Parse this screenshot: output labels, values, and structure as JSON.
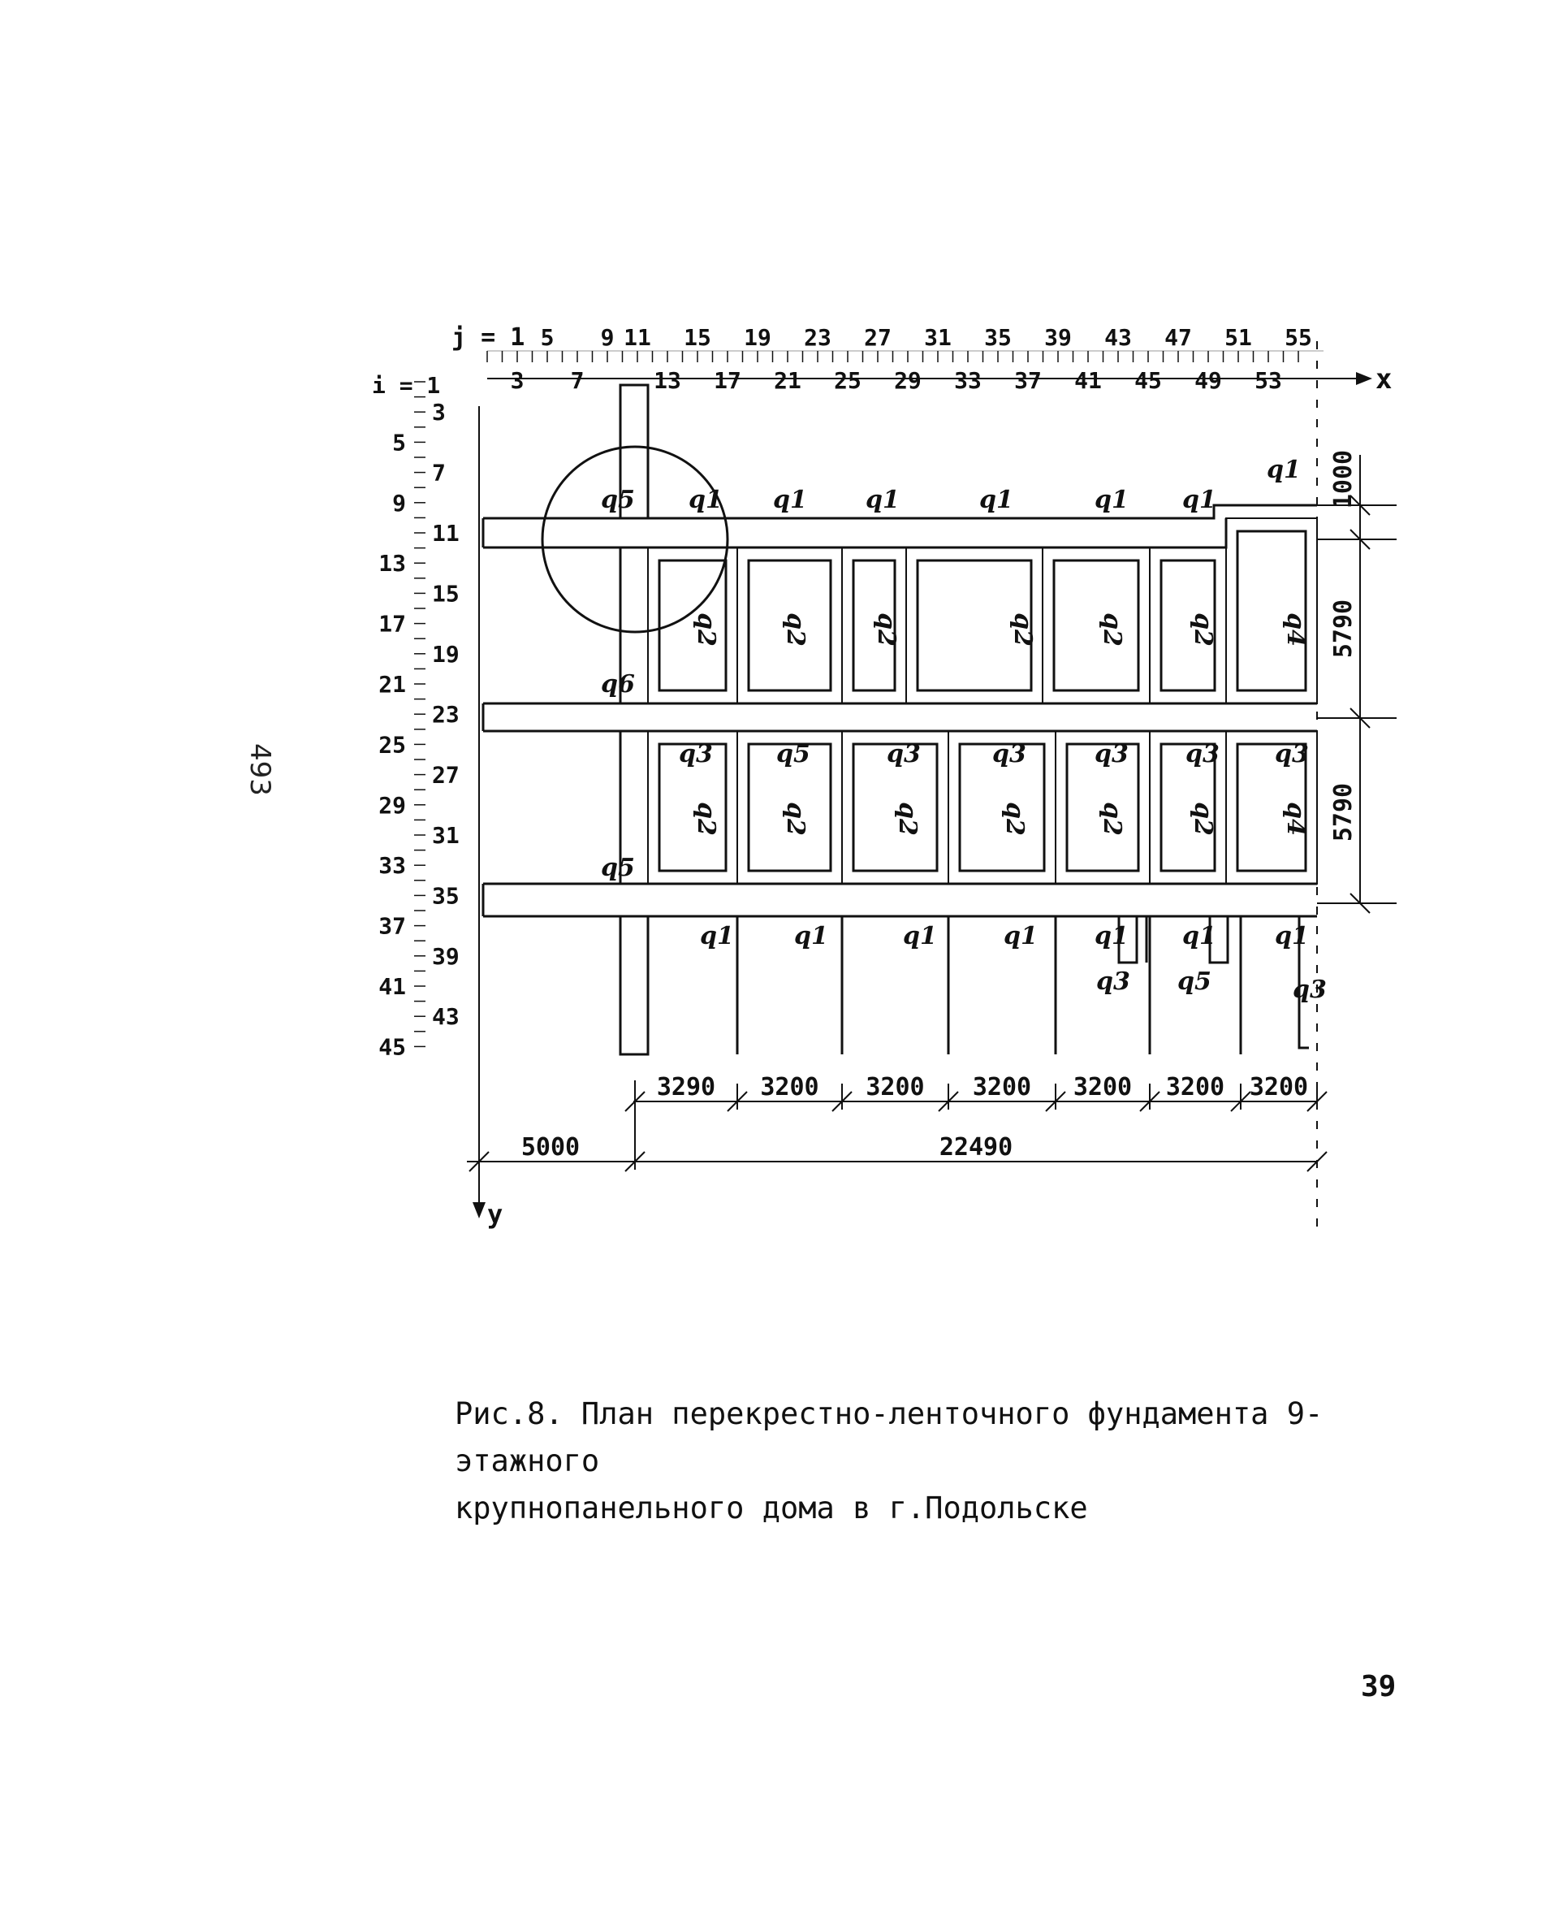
{
  "figure": {
    "axis_j_label": "j = 1",
    "axis_i_label": "i = 1",
    "axis_x_label": "x",
    "axis_y_label": "y",
    "top_labels_upper": [
      "5",
      "9",
      "11",
      "15",
      "19",
      "23",
      "27",
      "31",
      "35",
      "39",
      "43",
      "47",
      "51",
      "55"
    ],
    "top_labels_lower": [
      "3",
      "7",
      "13",
      "17",
      "21",
      "25",
      "29",
      "33",
      "37",
      "41",
      "45",
      "49",
      "53"
    ],
    "left_labels_outer": [
      "5",
      "9",
      "13",
      "17",
      "21",
      "25",
      "29",
      "33",
      "37",
      "41",
      "45"
    ],
    "left_labels_inner": [
      "3",
      "7",
      "11",
      "15",
      "19",
      "23",
      "27",
      "31",
      "35",
      "39",
      "43"
    ],
    "load_labels": {
      "q1": "q1",
      "q2": "q2",
      "q3": "q3",
      "q4": "q4",
      "q5": "q5",
      "q6": "q6"
    },
    "dimensions": {
      "bays": [
        "3290",
        "3200",
        "3200",
        "3200",
        "3200",
        "3200",
        "3200"
      ],
      "left": "5000",
      "total": "22490",
      "right_top": "1000",
      "right_mid1": "5790",
      "right_mid2": "5790"
    }
  },
  "side_code": "493",
  "caption": {
    "line1": "Рис.8. План перекрестно-ленточного фундамента 9-этажного",
    "line2": "крупнопанельного дома в г.Подольске"
  },
  "page_number": "39"
}
